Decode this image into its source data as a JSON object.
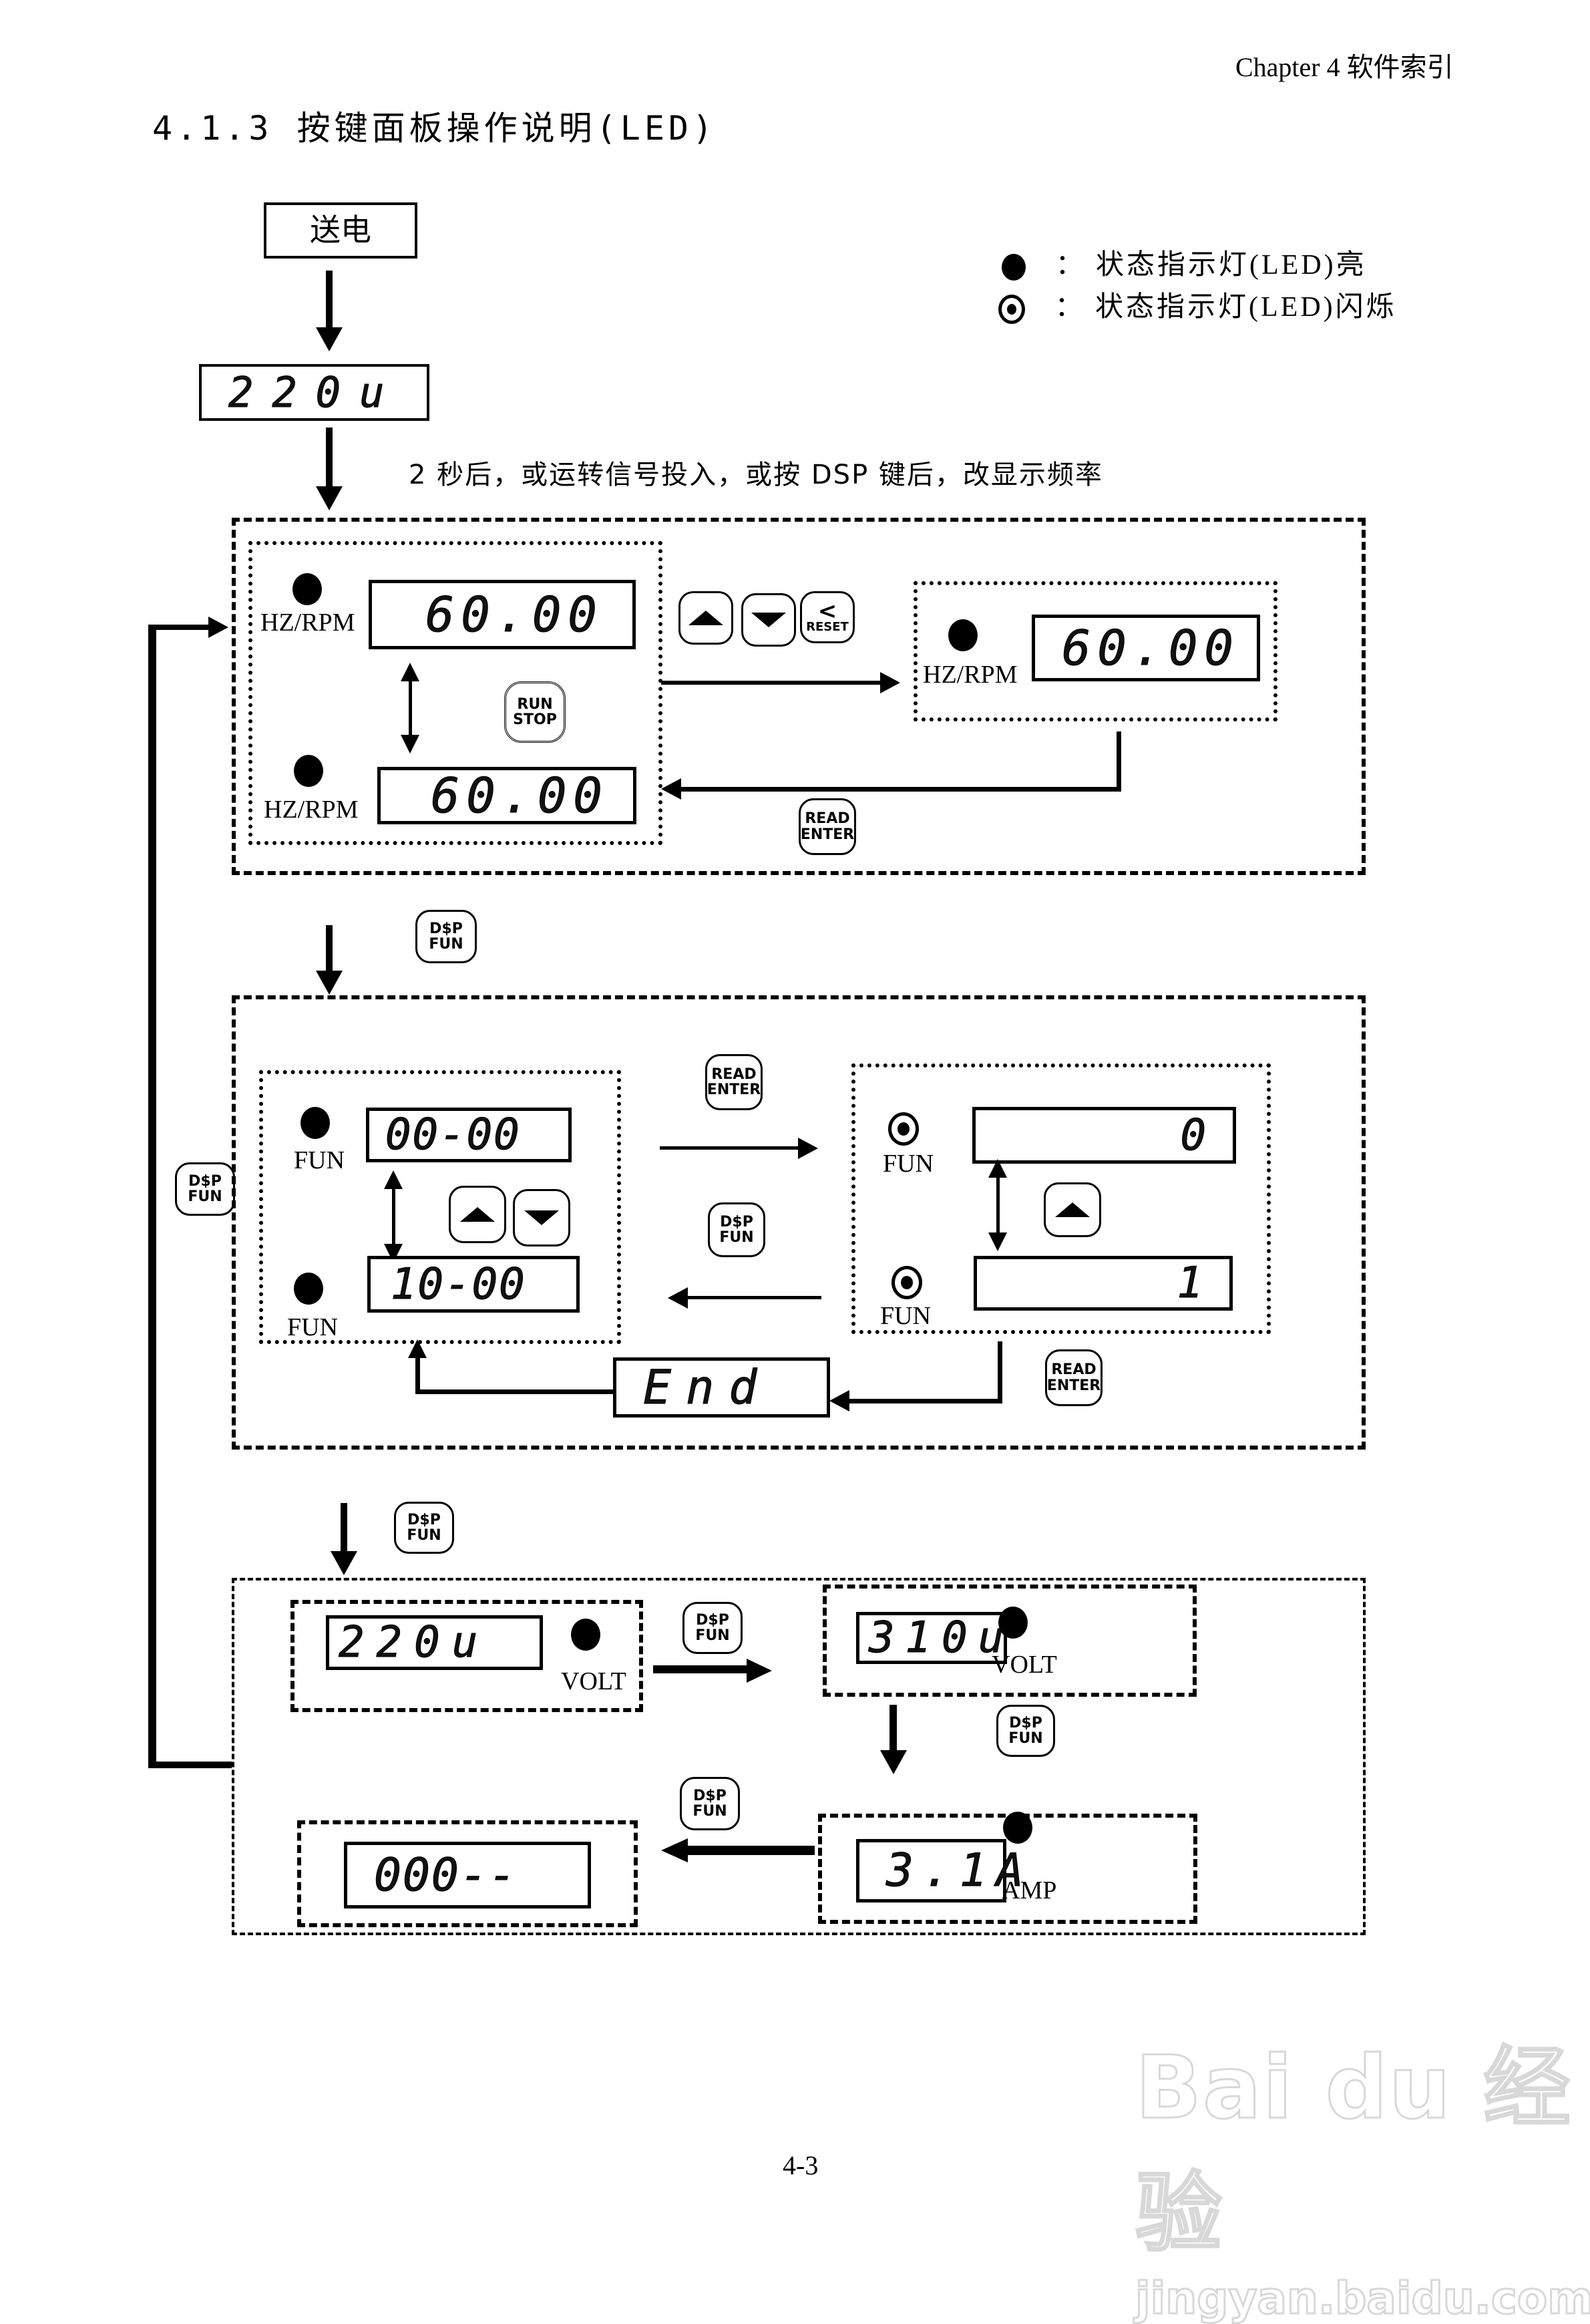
{
  "header": {
    "chapter": "Chapter 4  软件索引"
  },
  "section": {
    "title": "4.1.3  按键面板操作说明(LED)"
  },
  "legend": {
    "on": {
      "icon": "led-solid-icon",
      "symbol": "：",
      "text": "状态指示灯(LED)亮"
    },
    "blink": {
      "icon": "led-blink-icon",
      "symbol": "：",
      "text": "状态指示灯(LED)闪烁"
    }
  },
  "start": {
    "power_label": "送电",
    "initial_display": "220u"
  },
  "note": "2 秒后，或运转信号投入，或按 DSP 键后，改显示频率",
  "keys": {
    "up": "up-arrow-key",
    "down": "down-arrow-key",
    "reset": {
      "line1": "<",
      "line2": "RESET"
    },
    "run_stop": {
      "line1": "RUN",
      "line2": "STOP"
    },
    "read_enter": {
      "line1": "READ",
      "line2": "ENTER"
    },
    "dsp_fun": {
      "line1": "D$P",
      "line2": "FUN"
    }
  },
  "panel1": {
    "left_top": {
      "led": "on",
      "unit": "HZ/RPM",
      "display": "60.00"
    },
    "left_bottom": {
      "led": "on",
      "unit": "HZ/RPM",
      "display": "60.00"
    },
    "right": {
      "led": "on",
      "unit": "HZ/RPM",
      "display": "60.00"
    }
  },
  "panel2": {
    "left_top": {
      "led": "on",
      "unit": "FUN",
      "display": "00-00"
    },
    "left_bottom": {
      "led": "on",
      "unit": "FUN",
      "display": "10-00"
    },
    "right_top": {
      "led": "blink",
      "unit": "FUN",
      "display": "0"
    },
    "right_bottom": {
      "led": "blink",
      "unit": "FUN",
      "display": "1"
    },
    "end_display": "End"
  },
  "panel3": {
    "volt_display": {
      "led": "on",
      "unit": "VOLT",
      "display": "220u"
    },
    "dc_volt_display": {
      "led": "on",
      "unit": "VOLT",
      "display": "310u"
    },
    "amp_display": {
      "led": "on",
      "unit": "AMP",
      "display": "3.1A"
    },
    "custom_display": {
      "display": "000--"
    }
  },
  "footer": {
    "page": "4-3"
  },
  "watermark": {
    "brand": "Bai du 经验",
    "url": "jingyan.baidu.com"
  }
}
